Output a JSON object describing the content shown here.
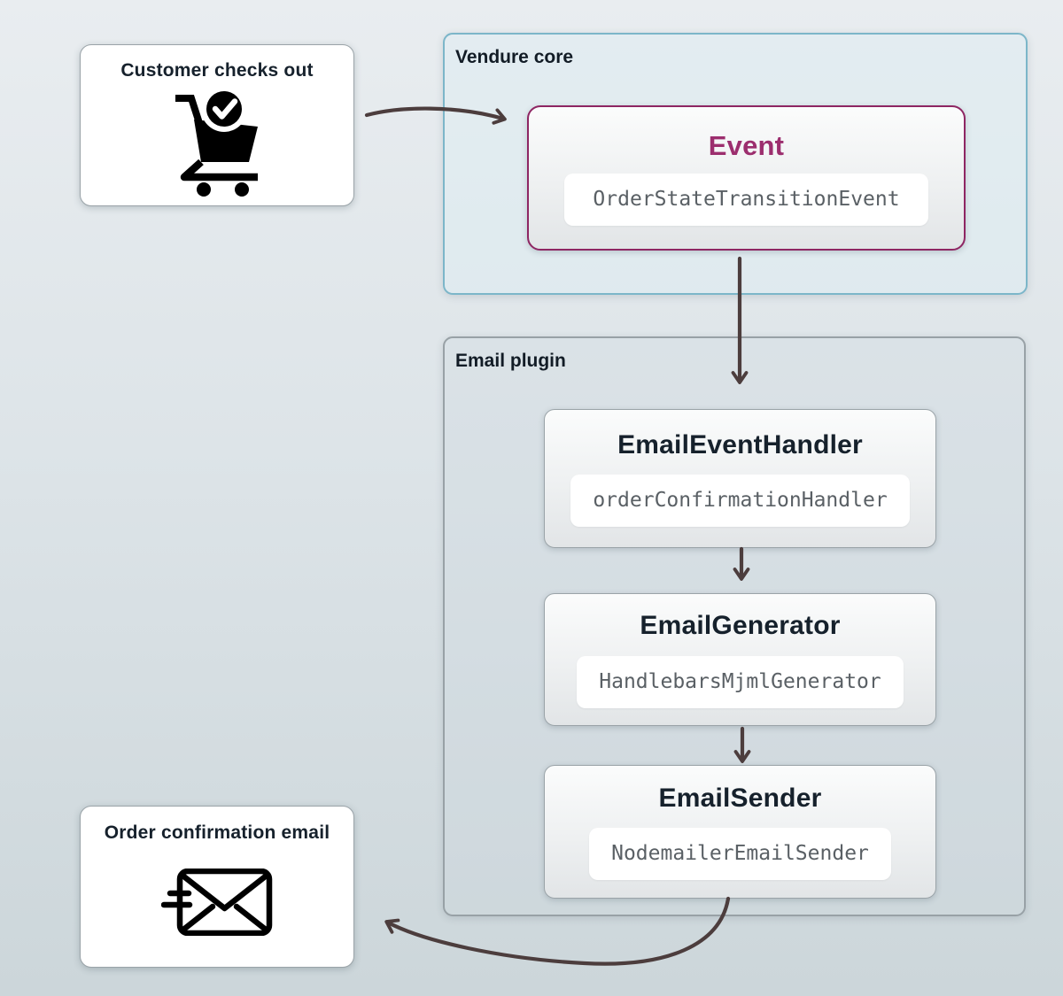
{
  "nodes": {
    "customer": {
      "label": "Customer checks out",
      "icon": "cart-check-icon"
    },
    "event": {
      "title": "Event",
      "code": "OrderStateTransitionEvent"
    },
    "email_event_handler": {
      "title": "EmailEventHandler",
      "code": "orderConfirmationHandler"
    },
    "email_generator": {
      "title": "EmailGenerator",
      "code": "HandlebarsMjmlGenerator"
    },
    "email_sender": {
      "title": "EmailSender",
      "code": "NodemailerEmailSender"
    },
    "confirmation_email": {
      "label": "Order confirmation email",
      "icon": "envelope-send-icon"
    }
  },
  "containers": {
    "vendure_core": {
      "label": "Vendure core"
    },
    "email_plugin": {
      "label": "Email plugin"
    }
  },
  "colors": {
    "accent": "#9c2e6e",
    "event-border": "#8e2663",
    "vendure-border": "#7cb6c9",
    "container-border": "#98a1a6",
    "box-border": "#9aa3a8",
    "arrow": "#4c3d3d",
    "code-text": "#5a6065",
    "title-text": "#16212c"
  }
}
